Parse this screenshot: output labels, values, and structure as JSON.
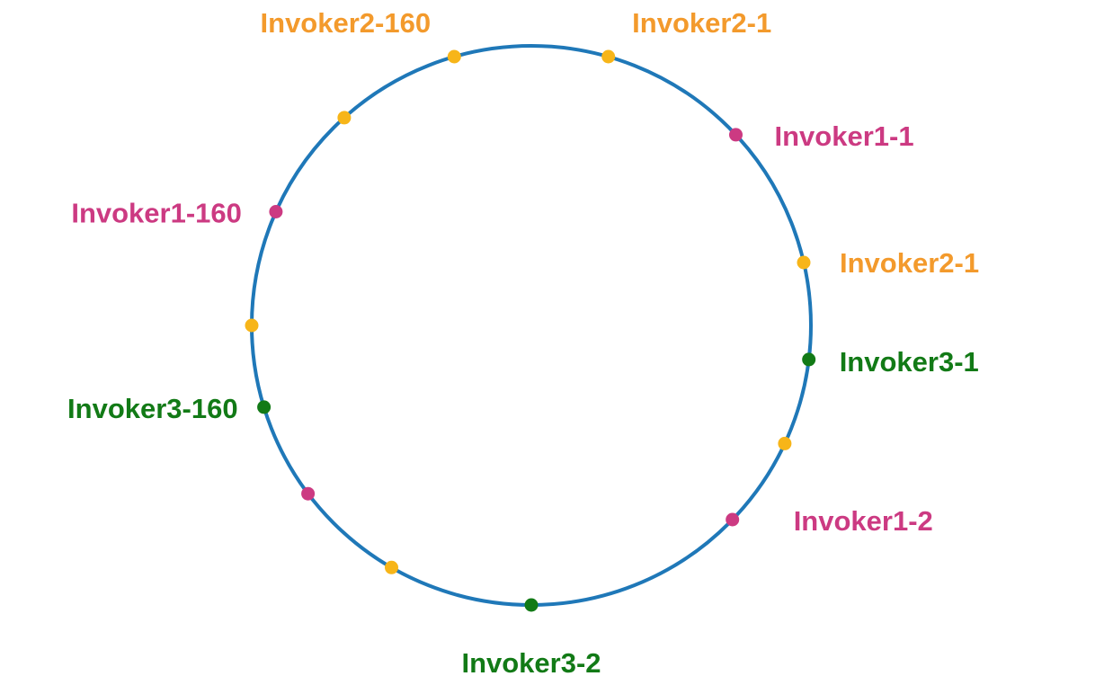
{
  "colors": {
    "ring": "#1f78b8",
    "invoker1": "#cc3a82",
    "invoker2": "#f7b519",
    "invoker2_label": "#f39a2c",
    "invoker3": "#127a16"
  },
  "nodes": [
    {
      "id": "n1",
      "group": "invoker2",
      "angle_deg": -106,
      "label": "Invoker2-160"
    },
    {
      "id": "n2",
      "group": "invoker2",
      "angle_deg": -74,
      "label": "Invoker2-1"
    },
    {
      "id": "n3",
      "group": "invoker1",
      "angle_deg": -43,
      "label": "Invoker1-1"
    },
    {
      "id": "n4",
      "group": "invoker2",
      "angle_deg": -13,
      "label": "Invoker2-1"
    },
    {
      "id": "n5",
      "group": "invoker3",
      "angle_deg": 7,
      "label": "Invoker3-1"
    },
    {
      "id": "n6",
      "group": "invoker2",
      "angle_deg": 25,
      "label": ""
    },
    {
      "id": "n7",
      "group": "invoker1",
      "angle_deg": 44,
      "label": "Invoker1-2"
    },
    {
      "id": "n8",
      "group": "invoker3",
      "angle_deg": 90,
      "label": "Invoker3-2"
    },
    {
      "id": "n9",
      "group": "invoker2",
      "angle_deg": 120,
      "label": ""
    },
    {
      "id": "n10",
      "group": "invoker1",
      "angle_deg": 143,
      "label": ""
    },
    {
      "id": "n11",
      "group": "invoker3",
      "angle_deg": 163,
      "label": "Invoker3-160"
    },
    {
      "id": "n12",
      "group": "invoker2",
      "angle_deg": 180,
      "label": ""
    },
    {
      "id": "n13",
      "group": "invoker1",
      "angle_deg": -156,
      "label": "Invoker1-160"
    },
    {
      "id": "n14",
      "group": "invoker2",
      "angle_deg": -132,
      "label": ""
    }
  ]
}
